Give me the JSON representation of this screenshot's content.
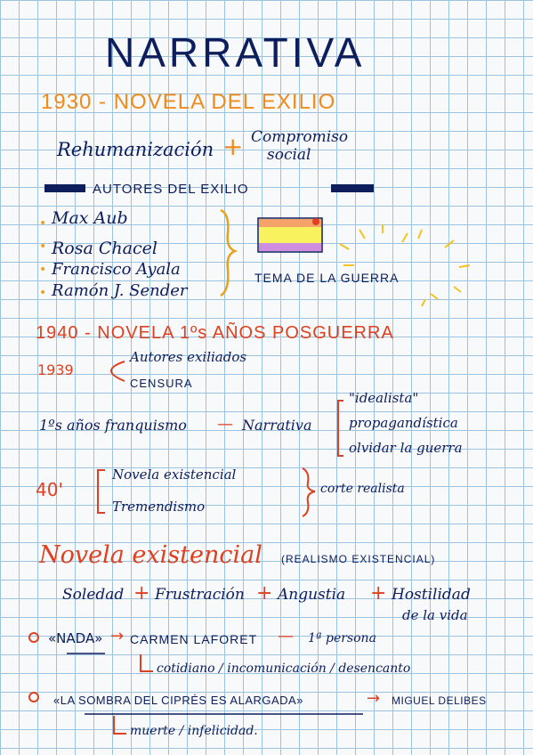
{
  "title": "NARRATIVA",
  "s1": {
    "heading": "1930 - NOVELA DEL EXILIO",
    "rehum": "Rehumanización",
    "plus": "+",
    "comp1": "Compromiso",
    "comp2": "social",
    "autores_title": "AUTORES DEL EXILIO",
    "authors": [
      "Max Aub",
      "Rosa Chacel",
      "Francisco Ayala",
      "Ramón J. Sender"
    ],
    "tema": "TEMA DE LA GUERRA"
  },
  "s2": {
    "heading": "1940 - NOVELA 1ºs AÑOS POSGUERRA",
    "y1939": "1939",
    "autores_exiliados": "Autores exiliados",
    "censura": "CENSURA",
    "franq": "1ºs años franquismo",
    "dash": "—",
    "narrativa": "Narrativa",
    "n1": "\"idealista\"",
    "n2": "propagandística",
    "n3": "olvidar la guerra",
    "forties": "40'",
    "nov_exist": "Novela existencial",
    "trem": "Tremendismo",
    "corte": "corte realista"
  },
  "s3": {
    "heading": "Novela existencial",
    "heading_note": "(REALISMO EXISTENCIAL)",
    "words": [
      "Soledad",
      "Frustración",
      "Angustia",
      "Hostilidad"
    ],
    "hostil2": "de la vida",
    "plus": "+",
    "nada": "«NADA»",
    "nada_arrow": "→",
    "laforet": "CARMEN LAFORET",
    "dash": "—",
    "persona": "1ª persona",
    "nada_themes": "cotidiano / incomunicación / desencanto",
    "sombra": "«LA SOMBRA DEL CIPRÉS ES ALARGADA»",
    "sombra_arrow": "→",
    "delibes": "MIGUEL DELIBES",
    "sombra_themes": "muerte / infelicidad."
  }
}
